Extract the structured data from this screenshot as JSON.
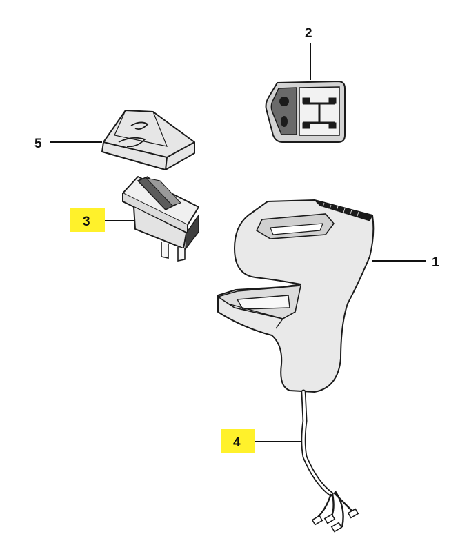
{
  "diagram": {
    "callouts": [
      {
        "id": "1",
        "label": "1",
        "highlighted": false
      },
      {
        "id": "2",
        "label": "2",
        "highlighted": false
      },
      {
        "id": "3",
        "label": "3",
        "highlighted": true
      },
      {
        "id": "4",
        "label": "4",
        "highlighted": true
      },
      {
        "id": "5",
        "label": "5",
        "highlighted": false
      }
    ],
    "highlight_color": "#fff12b",
    "line_color": "#111111",
    "part_fill": "#e9e9e9",
    "part_dark": "#6c6c6c"
  }
}
